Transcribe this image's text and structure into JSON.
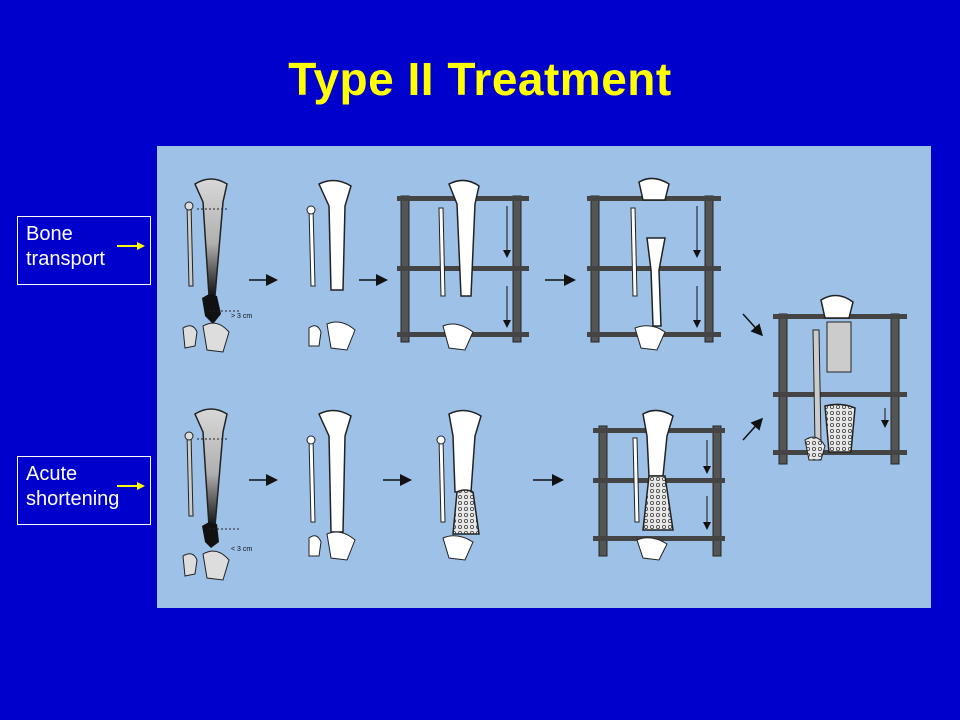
{
  "slide": {
    "title": "Type II Treatment",
    "accent_color": "#ffff00",
    "background_color": "#0000cc"
  },
  "labels": {
    "bone_transport": "Bone\ntransport",
    "acute_shortening": "Acute\nshortening"
  },
  "diagram": {
    "measure_top": "> 3 cm",
    "measure_bottom": "< 3 cm"
  }
}
